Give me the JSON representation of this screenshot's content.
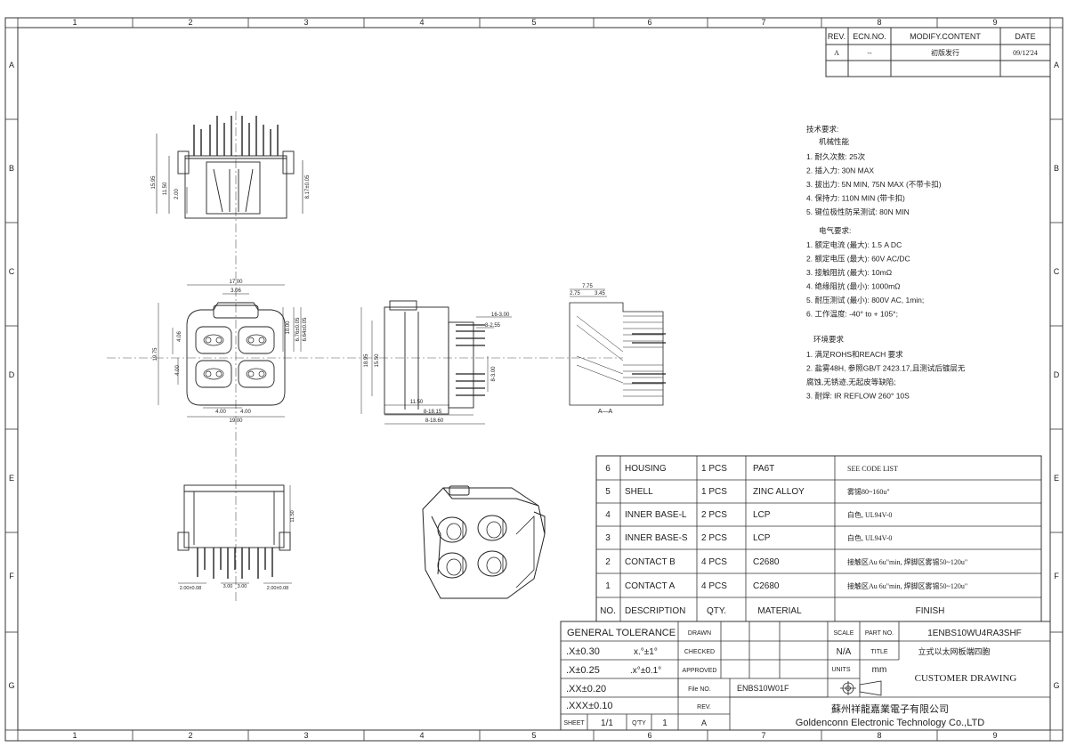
{
  "frame": {
    "cols": [
      "1",
      "2",
      "3",
      "4",
      "5",
      "6",
      "7",
      "8",
      "9"
    ],
    "rows": [
      "A",
      "B",
      "C",
      "D",
      "E",
      "F",
      "G"
    ]
  },
  "revision": {
    "headers": [
      "REV.",
      "ECN.NO.",
      "MODIFY.CONTENT",
      "DATE"
    ],
    "row": [
      "A",
      "--",
      "初版发行",
      "09/12'24"
    ]
  },
  "notes": {
    "title": "技术要求:",
    "mech_title": "机械性能",
    "mech": [
      "1. 耐久次数: 25次",
      "2. 插入力:  30N MAX",
      "3. 拔出力:  5N MIN, 75N MAX (不带卡扣)",
      "4. 保持力:  110N MIN (带卡扣)",
      "5. 键位极性防呆测试:  80N MIN"
    ],
    "elec_title": "电气要求:",
    "elec": [
      "1. 额定电流 (最大):   1.5 A DC",
      "2. 额定电压 (最大):  60V  AC/DC",
      "3. 接触阻抗 (最大):  10mΩ",
      "4. 绝缘阻抗 (最小):  1000mΩ",
      "5. 耐压测试 (最小):  800V AC, 1min;",
      "6. 工作温度: -40° to + 105°;"
    ],
    "env_title": "环境要求",
    "env": [
      "1. 满足ROHS和REACH 要求",
      "2. 盐雾48H, 参照GB/T 2423.17,且测试后镀层无",
      "   腐蚀,无锈迹,无起皮等缺陷;",
      "3. 耐焊: IR REFLOW 260°  10S"
    ]
  },
  "dims": {
    "top_view": [
      "15.95",
      "11.50",
      "2.00",
      "8.17±0.05"
    ],
    "front_view": [
      "17.00",
      "3.06",
      "4.06",
      "4.00",
      "19.75",
      "4.00",
      "4.00",
      "19.00",
      "10.00",
      "6.76±0.05",
      "6.64±0.05"
    ],
    "side_view": [
      "18.95",
      "15.50",
      "16-3.00",
      "8-2.55",
      "8-3.00",
      "11.50",
      "8-18.15",
      "8-18.60"
    ],
    "section_view": [
      "7.75",
      "2.75",
      "3.45"
    ],
    "bottom_view": [
      "11.50",
      "2.00±0.08",
      "3.00",
      "3.00",
      "2.00±0.08"
    ],
    "section_label": "A—A"
  },
  "bom": {
    "header": [
      "NO.",
      "DESCRIPTION",
      "QTY.",
      "MATERIAL",
      "FINISH"
    ],
    "rows": [
      [
        "6",
        "HOUSING",
        "1 PCS",
        "PA6T",
        "SEE CODE LIST"
      ],
      [
        "5",
        "SHELL",
        "1 PCS",
        "ZINC ALLOY",
        "雾锡80~160u\""
      ],
      [
        "4",
        "INNER BASE-L",
        "2 PCS",
        "LCP",
        "白色, UL94V-0"
      ],
      [
        "3",
        "INNER BASE-S",
        "2 PCS",
        "LCP",
        "白色, UL94V-0"
      ],
      [
        "2",
        "CONTACT B",
        "4 PCS",
        "C2680",
        "接触区Au 6u\"min, 焊脚区雾锡50~120u\""
      ],
      [
        "1",
        "CONTACT A",
        "4 PCS",
        "C2680",
        "接触区Au 6u\"min, 焊脚区雾锡50~120u\""
      ]
    ]
  },
  "title_block": {
    "general_tolerance": "GENERAL TOLERANCE",
    "tol": [
      ".X±0.30",
      ".X±0.25",
      ".XX±0.20",
      ".XXX±0.10"
    ],
    "ang": [
      "x.°±1°",
      ".x°±0.1°"
    ],
    "drawn": "DRAWN",
    "checked": "CHECKED",
    "approved": "APPROVED",
    "file_no_label": "File NO.",
    "file_no": "ENBS10W01F",
    "rev_label": "REV.",
    "rev": "A",
    "sheet_label": "SHEET",
    "sheet": "1/1",
    "qty_label": "Q'TY",
    "qty": "1",
    "scale_label": "SCALE",
    "scale": "N/A",
    "units_label": "UNITS",
    "units": "mm",
    "part_no_label": "PART NO.",
    "part_no": "1ENBS10WU4RA3SHF",
    "title_label": "TITLE",
    "title": "立式以太网板端四胞",
    "customer": "CUSTOMER DRAWING",
    "company_cn": "蘇州祥龍嘉業電子有限公司",
    "company_en": "Goldenconn Electronic Technology Co.,LTD"
  }
}
